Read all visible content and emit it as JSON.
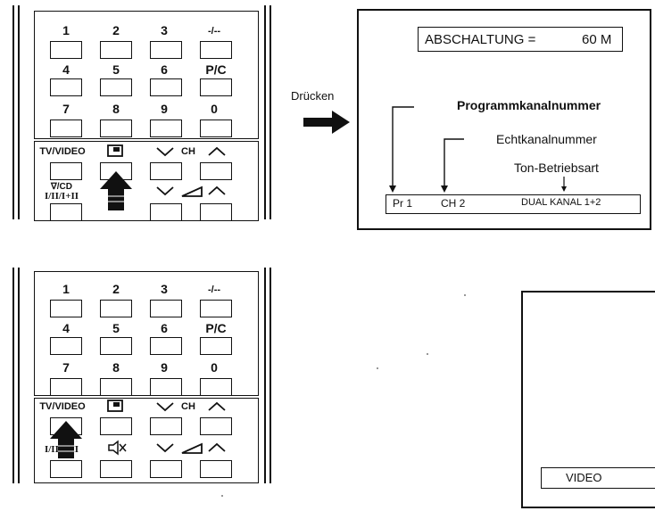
{
  "remote_keys": {
    "num1": "1",
    "num2": "2",
    "num3": "3",
    "digit_toggle": "-/--",
    "num4": "4",
    "num5": "5",
    "num6": "6",
    "pc": "P/C",
    "num7": "7",
    "num8": "8",
    "num9": "9",
    "num0": "0",
    "tv_video": "TV/VIDEO",
    "ch": "CH",
    "sound_mode": "I/II/I+II",
    "vcd": "∇/CD"
  },
  "press_label": "Drücken",
  "osd_top": {
    "shutoff_label": "ABSCHALTUNG =",
    "shutoff_value": "60 M",
    "program_label": "Programmkanalnummer",
    "real_channel_label": "Echtkanalnummer",
    "sound_mode_label": "Ton-Betriebsart",
    "bar_program": "Pr 1",
    "bar_channel": "CH 2",
    "bar_sound": "DUAL KANAL 1+2"
  },
  "osd_bottom": {
    "mode": "VIDEO"
  },
  "colors": {
    "ink": "#111111",
    "background": "#ffffff"
  }
}
